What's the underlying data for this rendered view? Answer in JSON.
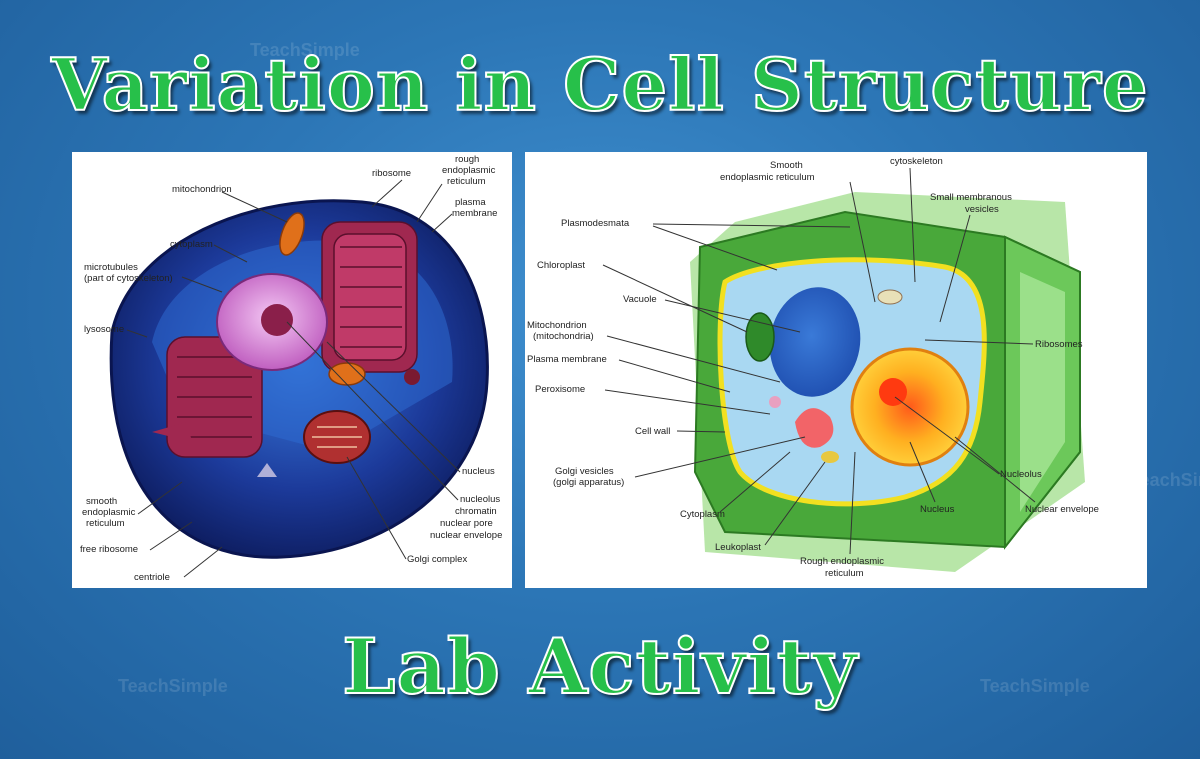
{
  "title": "Variation in Cell Structure",
  "subtitle": "Lab Activity",
  "watermark": "TeachSimple",
  "colors": {
    "title_fill": "#27c04a",
    "title_outline": "#ffffff",
    "background": "#2c76b6"
  },
  "animal_cell": {
    "labels": {
      "mitochondrion": "mitochondrion",
      "ribosome": "ribosome",
      "rough_er_1": "rough",
      "rough_er_2": "endoplasmic",
      "rough_er_3": "reticulum",
      "plasma_1": "plasma",
      "plasma_2": "membrane",
      "cytoplasm": "cytoplasm",
      "microtubules_1": "microtubules",
      "microtubules_2": "(part of cytoskeleton)",
      "lysosome": "lysosome",
      "nucleus": "nucleus",
      "nucleolus": "nucleolus",
      "chromatin": "chromatin",
      "nuclear_pore": "nuclear pore",
      "nuclear_envelope": "nuclear envelope",
      "smooth_er_1": "smooth",
      "smooth_er_2": "endoplasmic",
      "smooth_er_3": "reticulum",
      "free_ribosome": "free ribosome",
      "golgi_complex": "Golgi complex",
      "centriole": "centriole"
    }
  },
  "plant_cell": {
    "labels": {
      "smooth_er_1": "Smooth",
      "smooth_er_2": "endoplasmic reticulum",
      "cytoskeleton": "cytoskeleton",
      "small_vesicles_1": "Small membranous",
      "small_vesicles_2": "vesicles",
      "plasmodesmata": "Plasmodesmata",
      "chloroplast": "Chloroplast",
      "vacuole": "Vacuole",
      "mitochondrion_1": "Mitochondrion",
      "mitochondrion_2": "(mitochondria)",
      "plasma_membrane": "Plasma membrane",
      "peroxisome": "Peroxisome",
      "ribosomes": "Ribosomes",
      "cell_wall": "Cell wall",
      "golgi_1": "Golgi vesicles",
      "golgi_2": "(golgi apparatus)",
      "nucleolus": "Nucleolus",
      "nucleus": "Nucleus",
      "nuclear_envelope": "Nuclear envelope",
      "cytoplasm": "Cytoplasm",
      "leukoplast": "Leukoplast",
      "rough_er_1": "Rough endoplasmic",
      "rough_er_2": "reticulum"
    }
  }
}
